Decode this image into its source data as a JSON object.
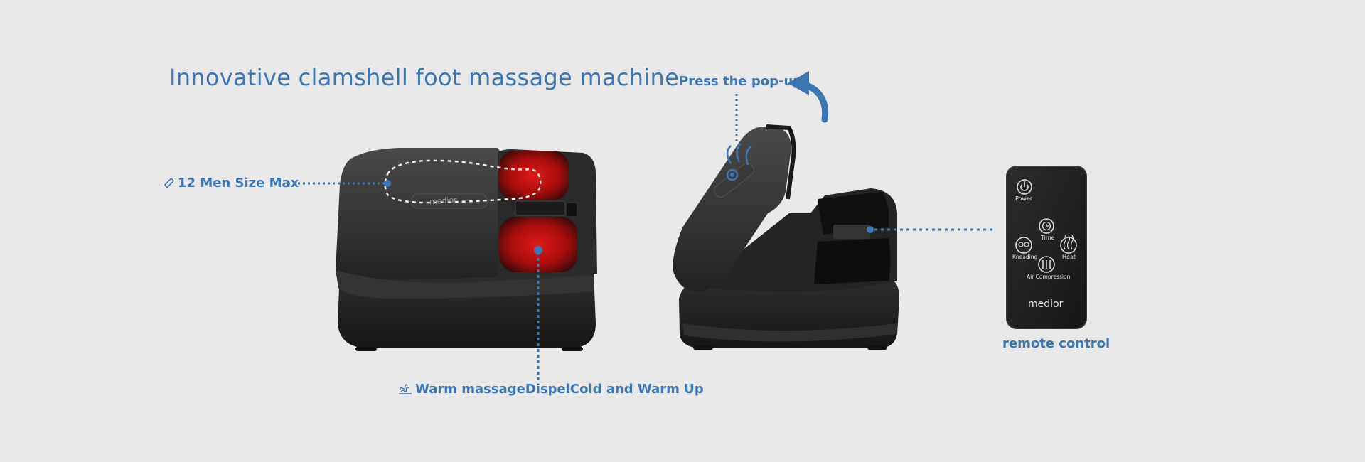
{
  "title": "Innovative clamshell foot massage machine",
  "callouts": {
    "popup": "Press the pop-up",
    "size": "12 Men Size Max",
    "warm": "Warm massageDispelCold and Warm Up",
    "remote": "remote control"
  },
  "device_brand": "medior",
  "remote": {
    "buttons": {
      "power": "Power",
      "time": "Time",
      "kneading": "Kneading",
      "heat": "Heat",
      "air": "Air Compression"
    },
    "brand": "medior"
  },
  "icons": [
    "ruler-icon",
    "heat-waves-icon",
    "curved-arrow-icon",
    "hand-press-icon",
    "power-icon",
    "clock-icon",
    "kneading-icon",
    "heat-icon",
    "air-compression-icon"
  ],
  "colors": {
    "accent": "#3d76b3",
    "background": "#e9e9e9",
    "device_body": "#2b2b2b",
    "heat_glow": "#c01616"
  }
}
